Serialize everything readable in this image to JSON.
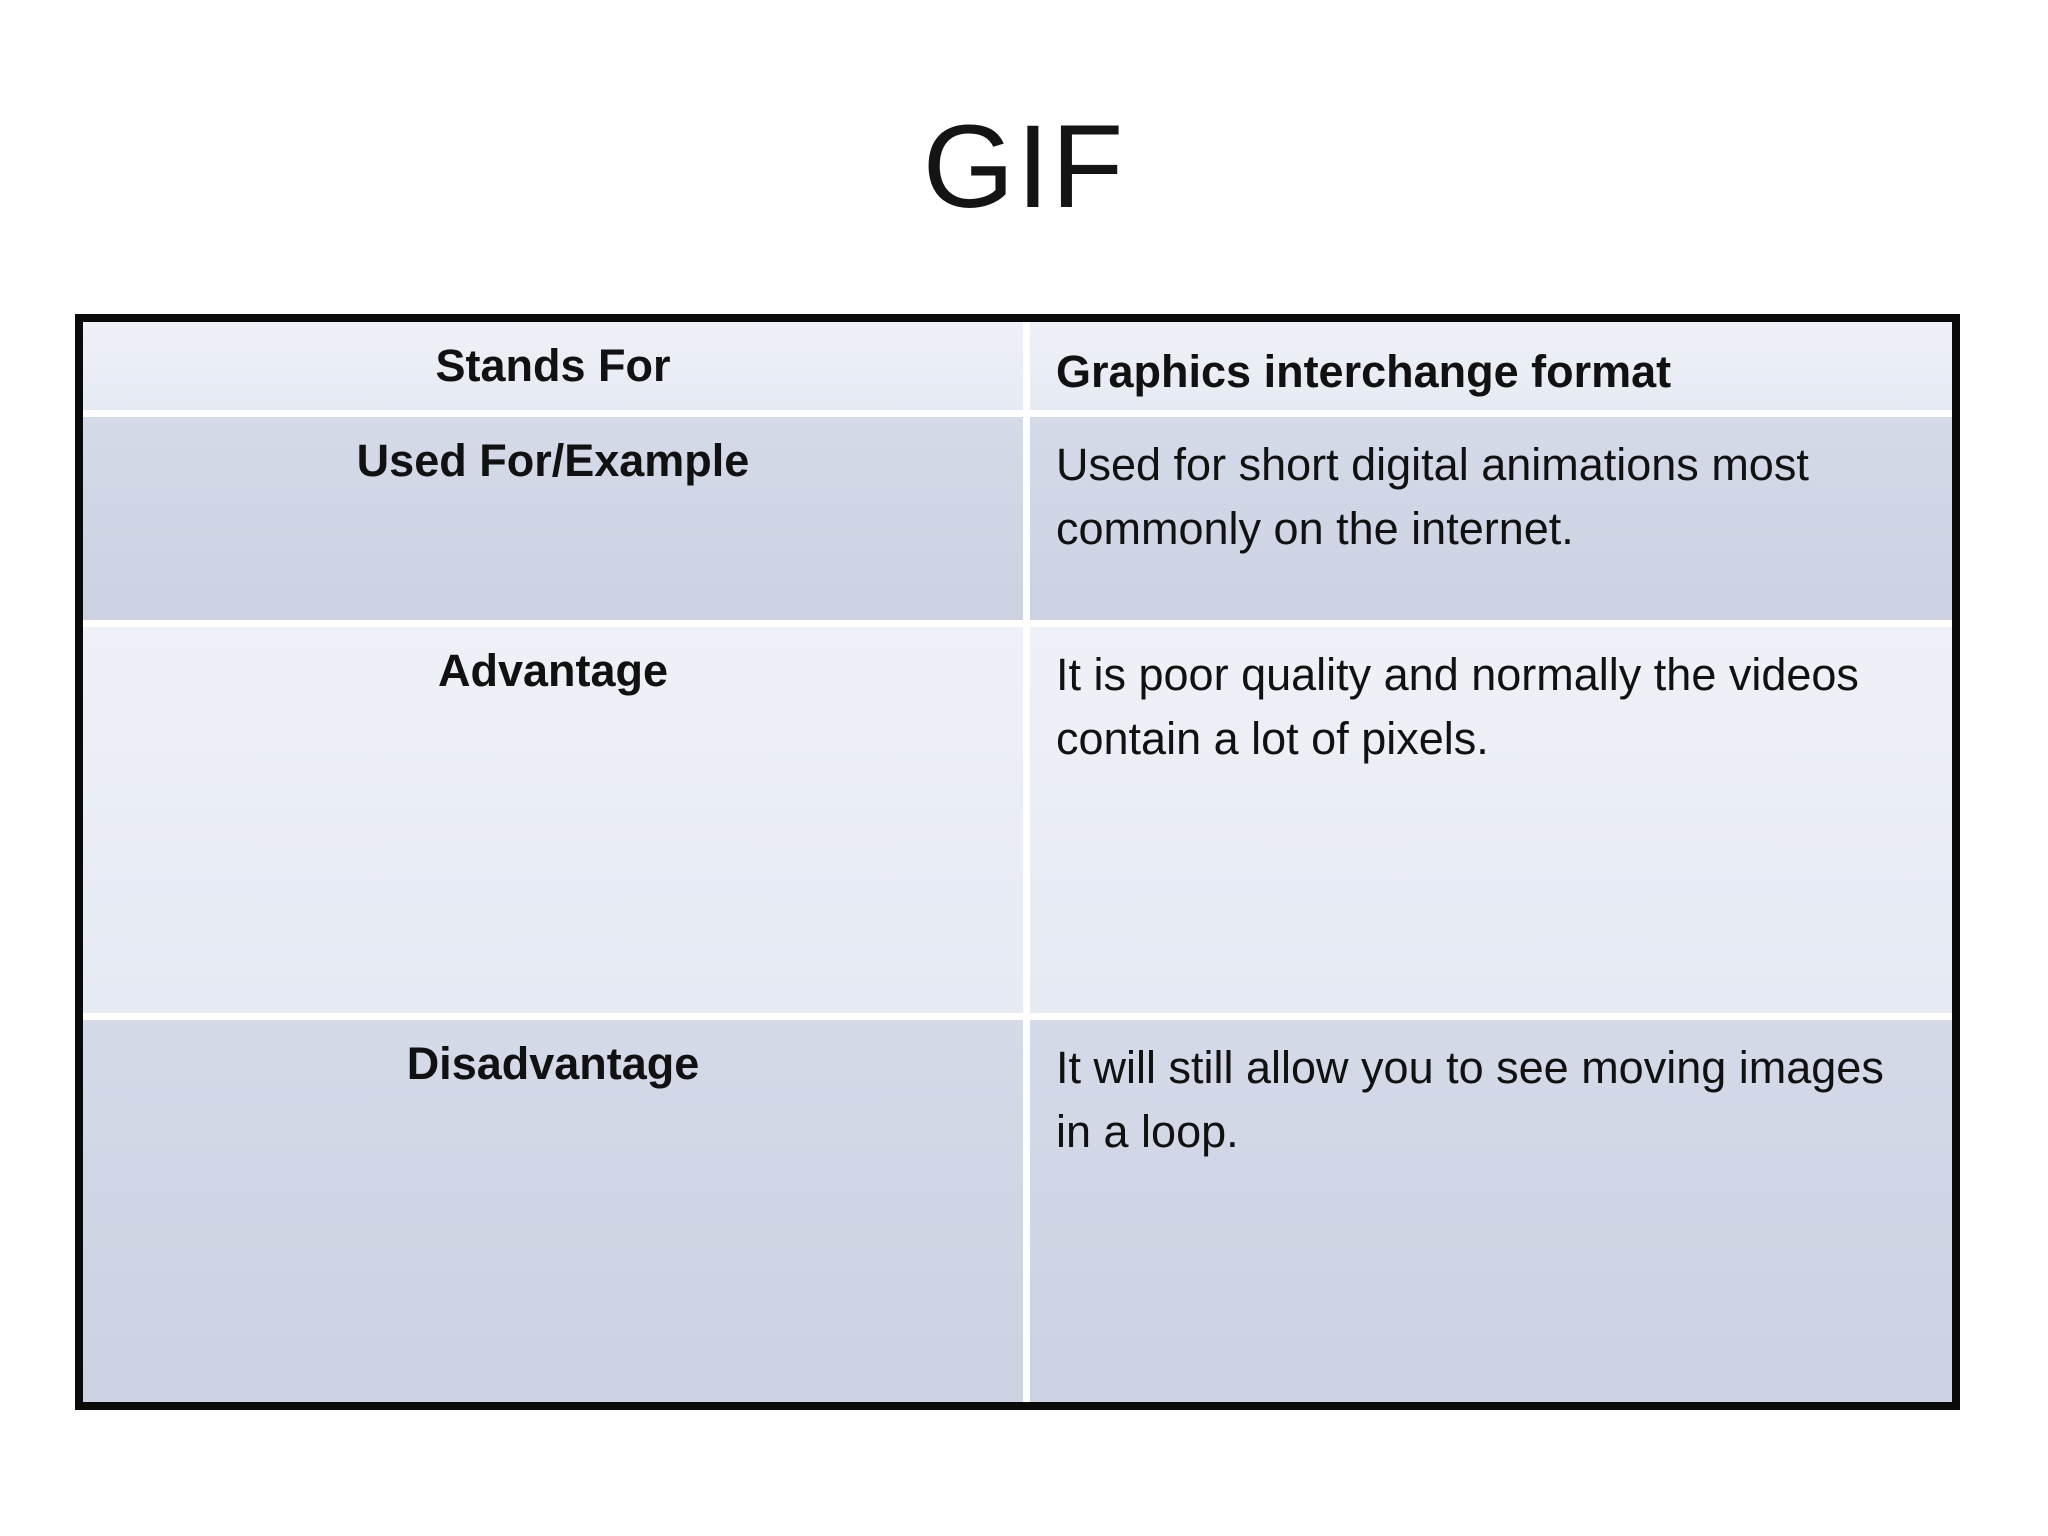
{
  "slide": {
    "title": "GIF"
  },
  "table": {
    "rows": [
      {
        "label": "Stands For",
        "value": "Graphics interchange format"
      },
      {
        "label": "Used For/Example",
        "value": "Used for short digital animations most commonly on the internet."
      },
      {
        "label": "Advantage",
        "value": "It is poor quality and normally the videos contain a lot of pixels."
      },
      {
        "label": "Disadvantage",
        "value": "It will still allow you to see moving images in a loop."
      }
    ]
  },
  "colors": {
    "background": "#ffffff",
    "row_light": "#e8ecf4",
    "row_dark": "#cfd5e4",
    "divider": "#ffffff",
    "table_border": "#0a0a0a",
    "text": "#111111"
  }
}
